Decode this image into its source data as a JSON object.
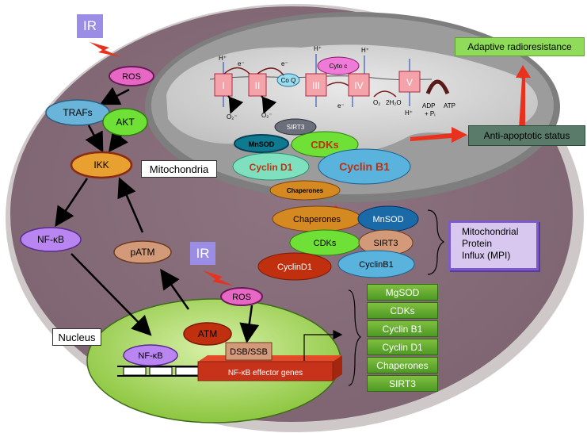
{
  "labels": {
    "ir_top": "IR",
    "ir_mid": "IR",
    "ros_top": "ROS",
    "ros_mid": "ROS",
    "trafs": "TRAFs",
    "akt": "AKT",
    "ikk": "IKK",
    "nfkb_cyto": "NF-κB",
    "patm": "pATM",
    "atm": "ATM",
    "dsb_ssb": "DSB/SSB",
    "nfkb_nuc": "NF-κB",
    "effector_genes": "NF-κB effector genes",
    "nucleus": "Nucleus",
    "mitochondria": "Mitochondria",
    "adaptive": "Adaptive radioresistance",
    "anti_apoptotic": "Anti-apoptotic status",
    "mpi_lines": [
      "Mitochondrial",
      "Protein",
      "Influx  (MPI)"
    ]
  },
  "etc": {
    "complexes": [
      "I",
      "II",
      "III",
      "IV",
      "V"
    ],
    "coq": "Co Q",
    "cytc": "Cyto c",
    "h_plus": "H⁺",
    "e_minus": "e⁻",
    "o2_radical": "O₂⁻",
    "o2": "O₂",
    "h2o": "2H₂O",
    "adp": "ADP",
    "pi": "+ Pᵢ",
    "atp": "ATP"
  },
  "mito_proteins": {
    "sirt3": "SIRT3",
    "mnsod": "MnSOD",
    "cdks": "CDKs",
    "cyclin_d1": "Cyclin D1",
    "cyclin_b1": "Cyclin B1",
    "chaperones": "Chaperones"
  },
  "cyto_proteins": {
    "chaperones": "Chaperones",
    "mnsod": "MnSOD",
    "cdks": "CDKs",
    "sirt3": "SIRT3",
    "cyclin_d1": "CyclinD1",
    "cyclin_b1": "CyclinB1"
  },
  "gene_list": [
    "MgSOD",
    "CDKs",
    "Cyclin B1",
    "Cyclin D1",
    "Chaperones",
    "SIRT3"
  ],
  "colors": {
    "cell": "#8a6f78",
    "mito_outer": "#9a9a9a",
    "mito_inner": "#c7c7c7",
    "nucleus": "#8cc63f",
    "arrow_red": "#e8321e",
    "gene_green": "#5aa52c",
    "mpi_purple": "#d8c8f0"
  }
}
